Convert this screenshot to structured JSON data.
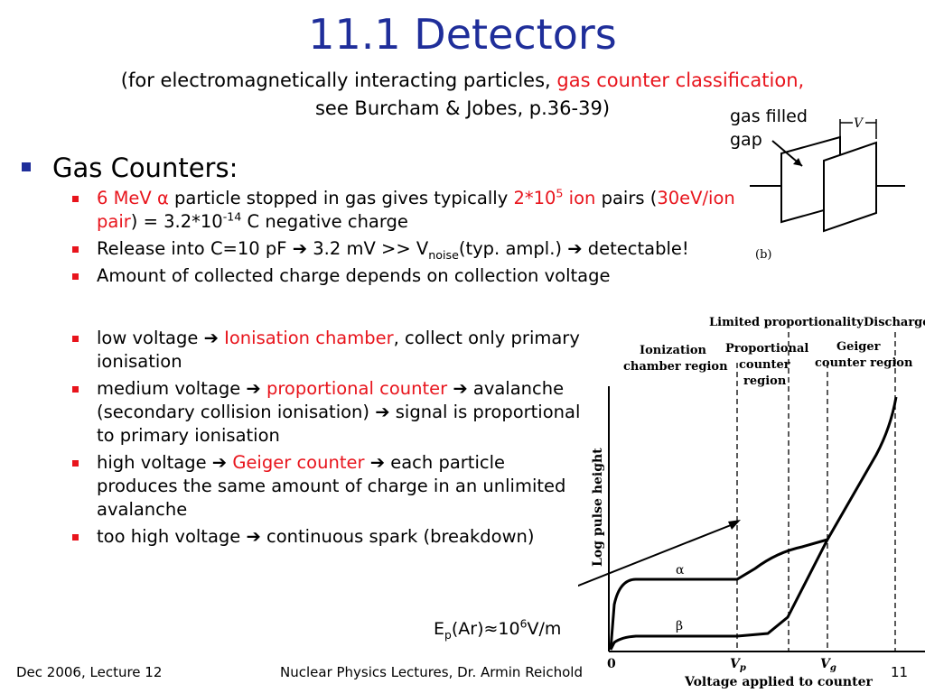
{
  "title": "11.1 Detectors",
  "subtitle": {
    "part1": "(for electromagnetically interacting particles, ",
    "part2_red": "gas counter classification,",
    "line2": "see Burcham & Jobes, p.36-39)"
  },
  "main_bullet": "Gas Counters:",
  "bullets_top": {
    "b1": {
      "red1": "6 MeV",
      "alpha": "α",
      "text1": " particle stopped in gas gives typically ",
      "red2": "2*10",
      "red2_sup": "5",
      "red3": " ion",
      "text2": " pairs (",
      "red4": "30eV/ion pair",
      "text3": ") = 3.2*10",
      "sup": "-14",
      "text4": " C negative charge"
    },
    "b2": {
      "text1": "Release into C=10 pF ",
      "text2": " 3.2 mV >> V",
      "sub": "noise",
      "text3": "(typ. ampl.) ",
      "text4": " detectable!"
    },
    "b3": "Amount of collected charge depends on collection voltage"
  },
  "bullets_bottom": {
    "b4": {
      "text1": "low voltage ",
      "red": "Ionisation chamber",
      "text2": ", collect only primary ionisation"
    },
    "b5": {
      "text1": "medium voltage ",
      "red": "proportional counter",
      "text2": " avalanche (secondary collision ionisation) ",
      "text3": " signal is proportional to primary ionisation"
    },
    "b6": {
      "text1": "high voltage ",
      "red": "Geiger counter",
      "text2": " each particle produces the same amount of charge in an unlimited avalanche"
    },
    "b7": {
      "text1": "too high voltage ",
      "text2": " continuous spark (breakdown)"
    }
  },
  "arrow_glyph": "➔",
  "gap_label": "gas filled gap",
  "gap_dim": "V",
  "gap_fig": "(b)",
  "ep_label": {
    "pre": "E",
    "sub": "p",
    "mid": "(Ar)≈10",
    "sup": "6",
    "post": "V/m"
  },
  "footer": {
    "left": "Dec 2006, Lecture 12",
    "center": "Nuclear Physics  Lectures, Dr. Armin Reichold",
    "right": "11"
  },
  "graph": {
    "region_top": {
      "limited": "Limited proportionality",
      "discharge": "Discharge"
    },
    "region_ion": [
      "Ionization",
      "chamber region"
    ],
    "region_prop": [
      "Proportional",
      "counter",
      "region"
    ],
    "region_geiger": [
      "Geiger",
      "counter region"
    ],
    "ylabel": "Log pulse height",
    "xlabel": "Voltage applied to counter",
    "alpha": "α",
    "beta": "β",
    "zero": "0",
    "vp": "V",
    "vp_sub": "p",
    "vg": "V",
    "vg_sub": "g"
  },
  "colors": {
    "title": "#1f2e9a",
    "accent_red": "#e8141c",
    "bullet_blue": "#1f2e9a"
  }
}
